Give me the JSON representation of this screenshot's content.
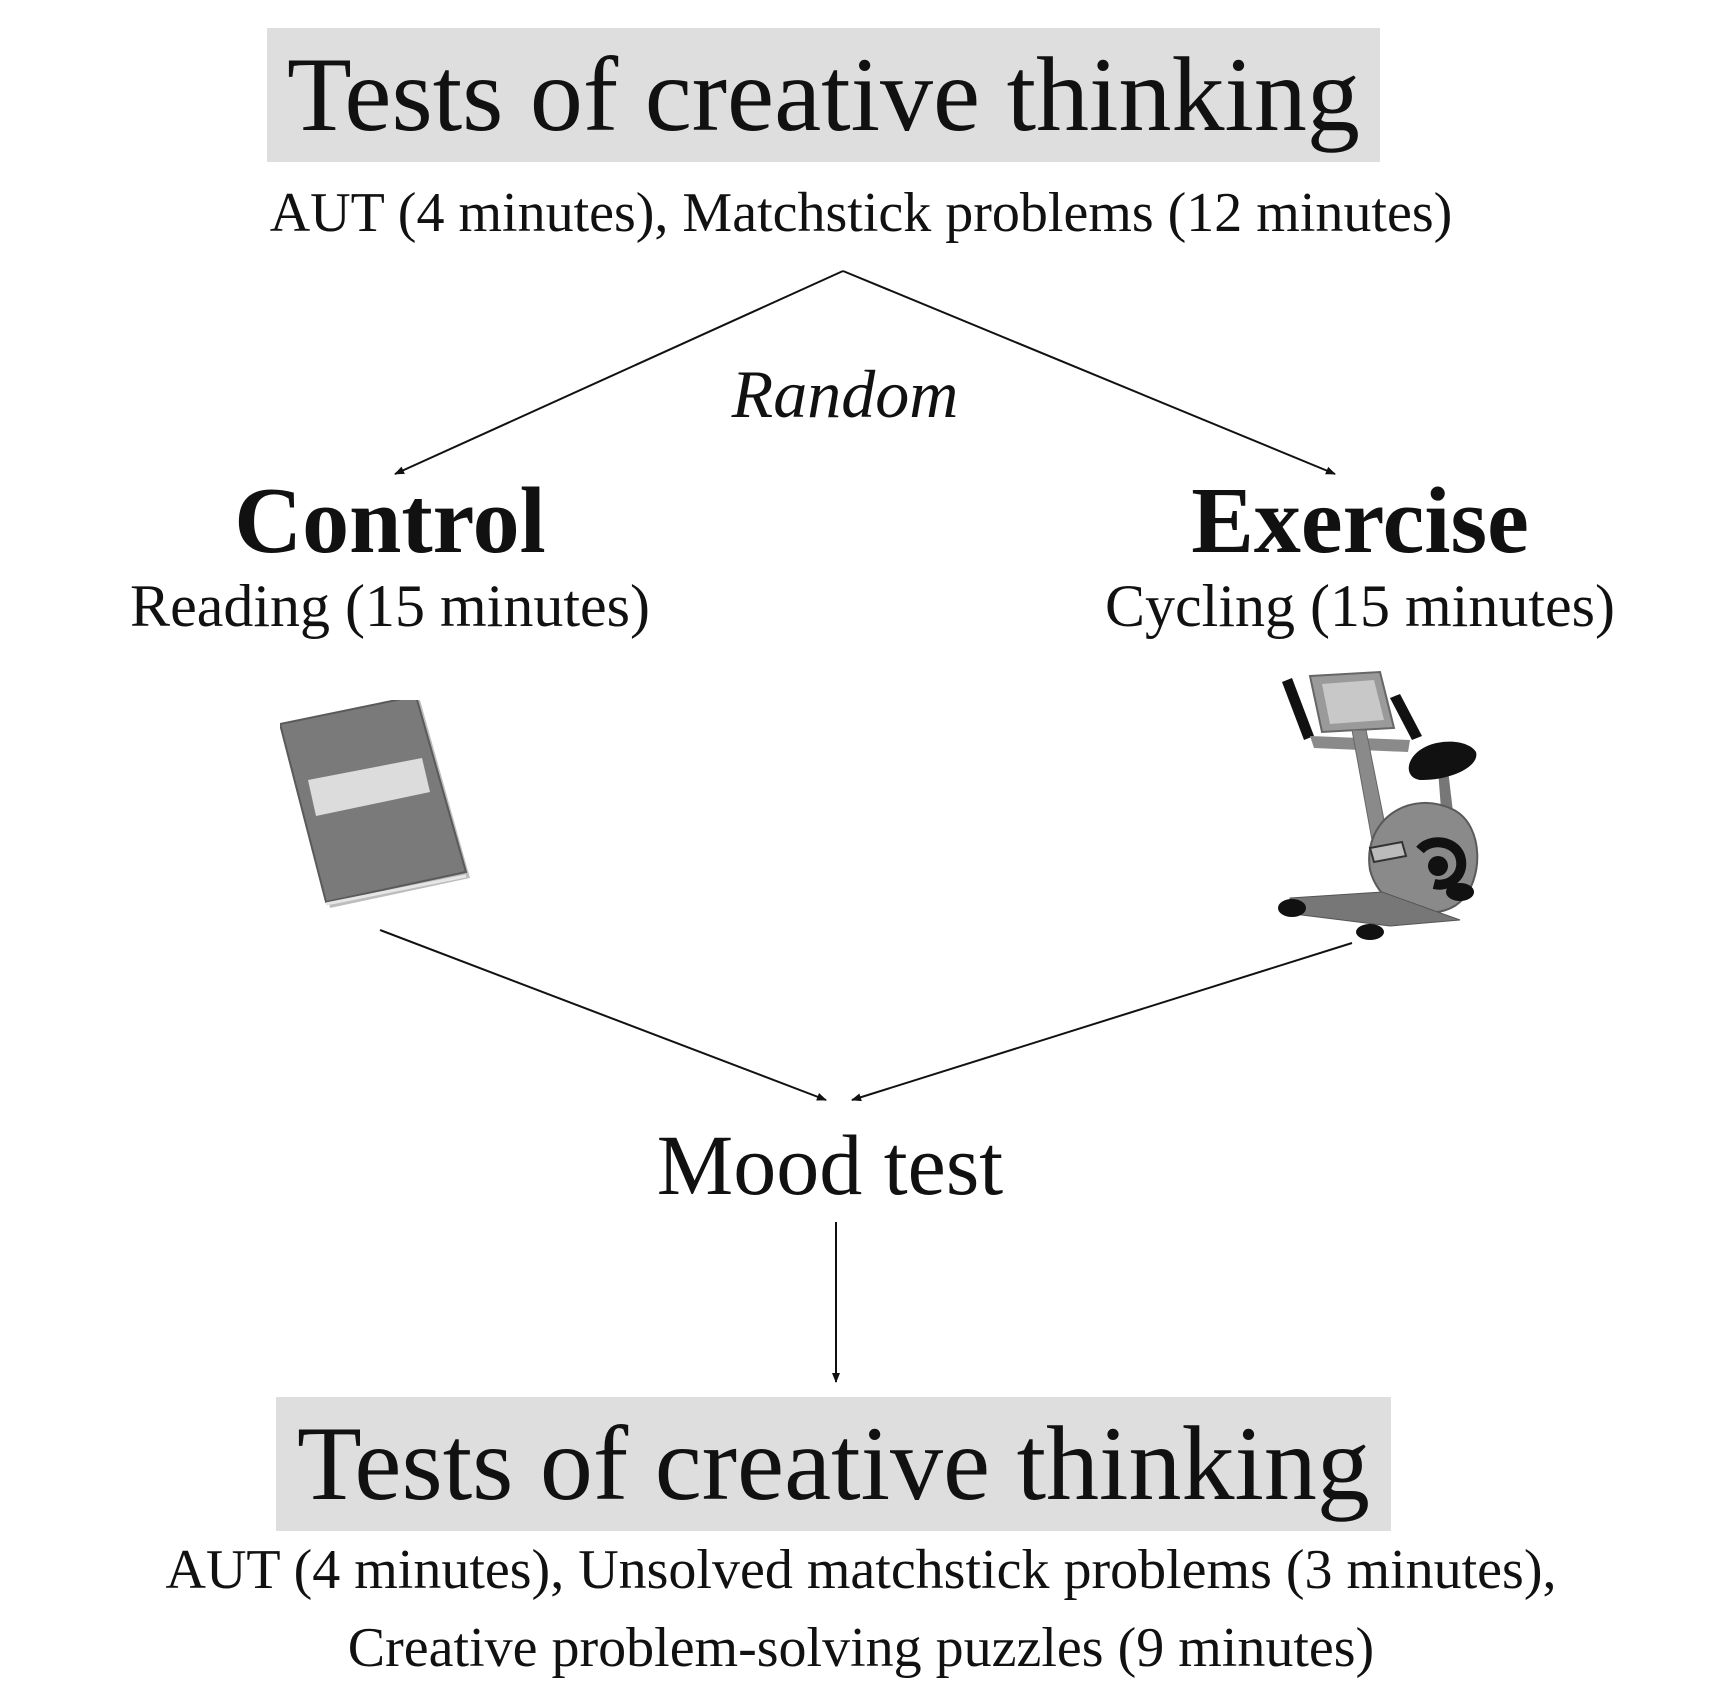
{
  "top_box": {
    "title": "Tests of creative thinking",
    "subtitle": "AUT (4 minutes), Matchstick problems (12 minutes)"
  },
  "split_label": "Random",
  "control": {
    "title": "Control",
    "activity": "Reading (15 minutes)",
    "icon": "book-icon"
  },
  "exercise": {
    "title": "Exercise",
    "activity": "Cycling (15 minutes)",
    "icon": "exercise-bike-icon"
  },
  "mood_test": "Mood test",
  "bottom_box": {
    "title": "Tests of creative thinking",
    "line1": "AUT (4 minutes), Unsolved matchstick problems (3 minutes),",
    "line2": "Creative problem-solving puzzles (9 minutes)"
  },
  "colors": {
    "box_fill": "#dedede",
    "text": "#111111",
    "book_cover": "#7a7a7a",
    "bike_body": "#8a8a8a"
  }
}
